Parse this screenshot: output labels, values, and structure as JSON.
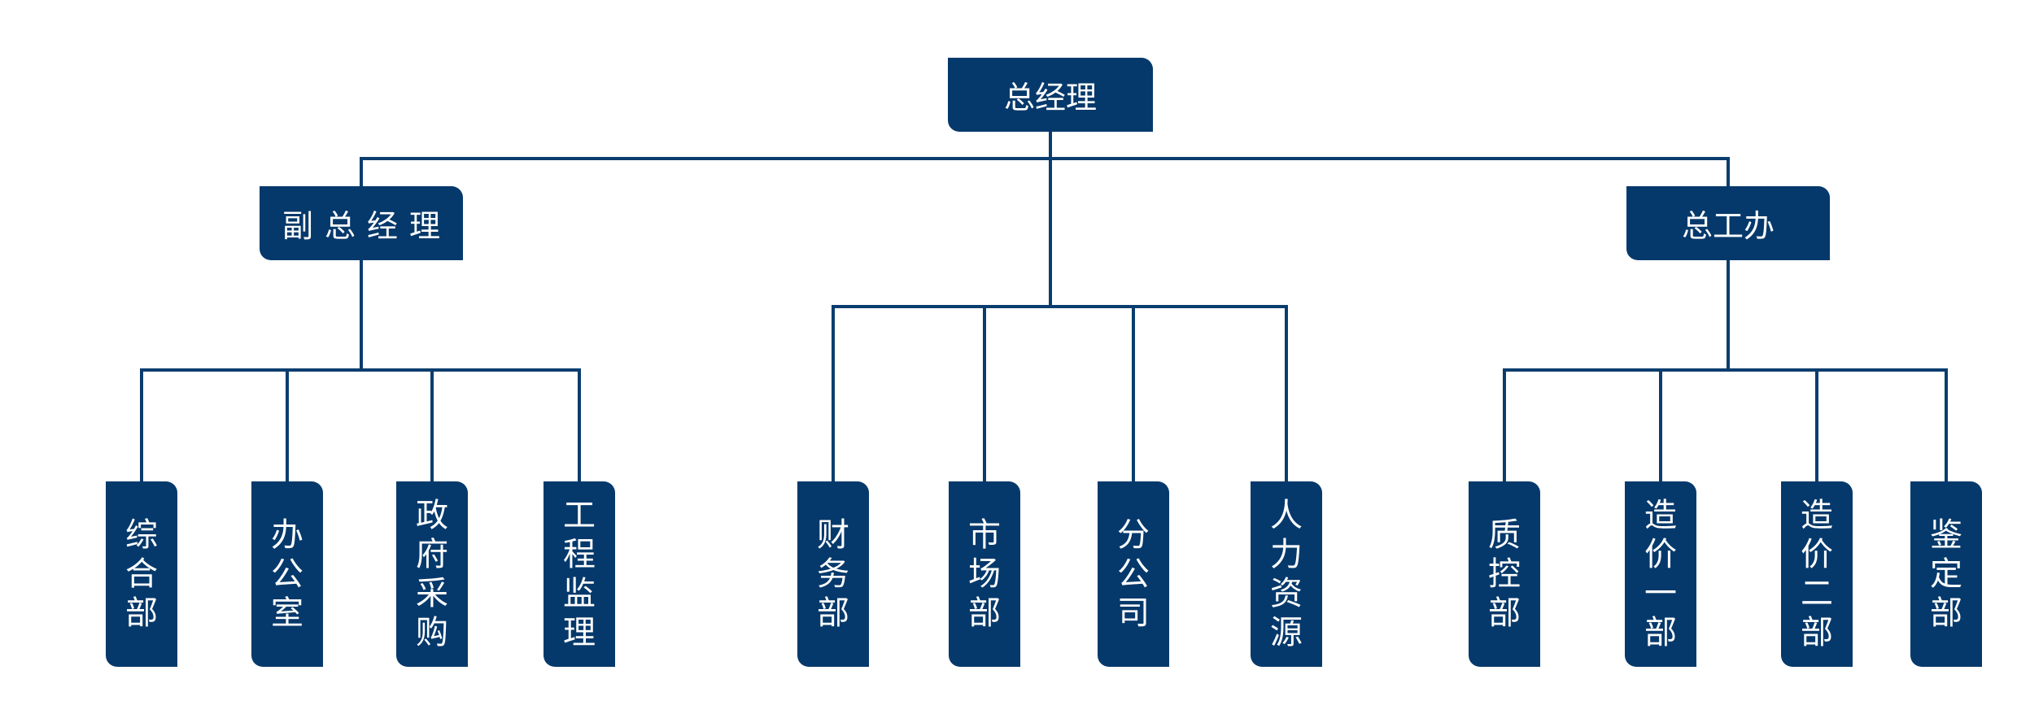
{
  "org": {
    "root": "总经理",
    "deputy": "副总经理",
    "chief_office": "总工办",
    "deputy_depts": [
      "综合部",
      "办公室",
      "政府采购",
      "工程监理"
    ],
    "direct_depts": [
      "财务部",
      "市场部",
      "分公司",
      "人力资源"
    ],
    "chief_depts": [
      "质控部",
      "造价一部",
      "造价二部",
      "鉴定部"
    ]
  },
  "colors": {
    "box_fill": "#06396b",
    "line": "#0a3d6e",
    "text": "#ffffff"
  }
}
